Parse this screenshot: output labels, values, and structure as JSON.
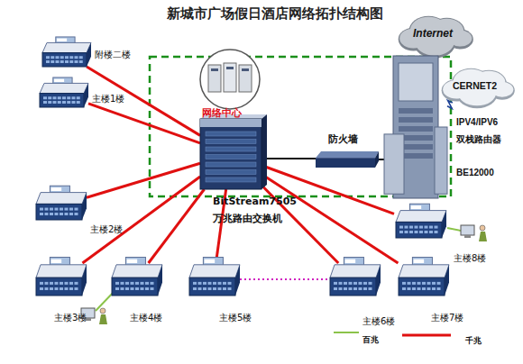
{
  "diagram": {
    "title": "新城市广场假日酒店网络拓扑结构图",
    "nodes": [
      {
        "text": [
          "附楼二楼"
        ]
      },
      {
        "text": [
          "主楼1楼"
        ]
      },
      {
        "text": [
          "网络中心",
          "BitStream7505 万兆路由交换机"
        ]
      },
      {
        "text": [
          "防火墙"
        ]
      },
      {
        "text": [
          "Internet"
        ]
      },
      {
        "text": [
          "CERNET2"
        ]
      },
      {
        "text": [
          "IPV4/IPV6 双栈路由器",
          "BE12000"
        ]
      },
      {
        "text": [
          "主楼2楼"
        ]
      },
      {
        "text": [
          "主楼8楼"
        ]
      },
      {
        "text": [
          "主楼3楼"
        ]
      },
      {
        "text": [
          "主楼4楼"
        ]
      },
      {
        "text": [
          "主楼5楼"
        ]
      },
      {
        "text": [
          "主楼6楼"
        ]
      },
      {
        "text": [
          "主楼7楼"
        ]
      }
    ],
    "edges": [
      {
        "from": 2,
        "to": 0,
        "arrow": "none"
      },
      {
        "from": 2,
        "to": 1,
        "arrow": "none"
      },
      {
        "from": 2,
        "to": 7,
        "arrow": "none"
      },
      {
        "from": 2,
        "to": 9,
        "arrow": "none"
      },
      {
        "from": 2,
        "to": 10,
        "arrow": "none"
      },
      {
        "from": 2,
        "to": 11,
        "arrow": "none"
      },
      {
        "from": 2,
        "to": 12,
        "arrow": "none"
      },
      {
        "from": 2,
        "to": 13,
        "arrow": "none"
      },
      {
        "from": 2,
        "to": 8,
        "arrow": "none"
      },
      {
        "from": 2,
        "to": 3,
        "arrow": "none"
      },
      {
        "from": 3,
        "to": 6,
        "arrow": "none"
      },
      {
        "from": 6,
        "to": 4,
        "arrow": "none"
      },
      {
        "from": 6,
        "to": 5,
        "arrow": "none"
      },
      {
        "from": 11,
        "to": 12,
        "arrow": "none"
      }
    ],
    "legend": [
      {
        "text": "百兆"
      },
      {
        "text": "千兆"
      }
    ]
  }
}
